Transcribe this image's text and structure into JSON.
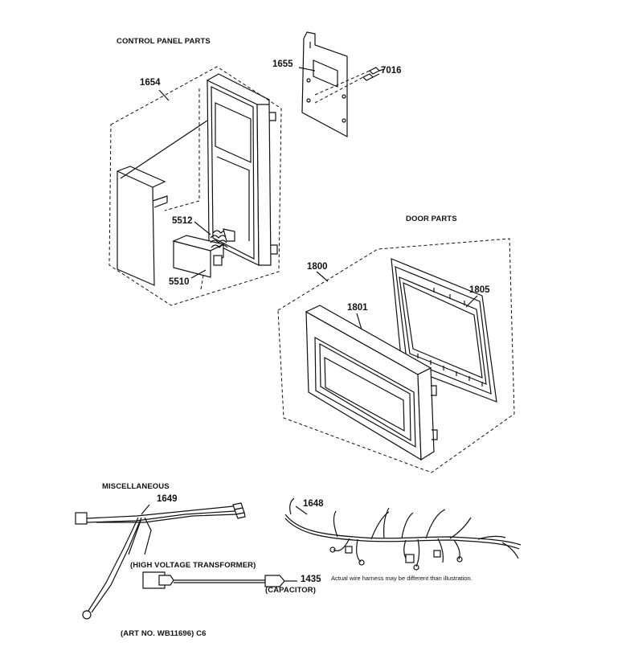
{
  "sections": {
    "control_panel": "CONTROL PANEL PARTS",
    "door": "DOOR PARTS",
    "misc": "MISCELLANEOUS"
  },
  "parts": {
    "p1654": "1654",
    "p1655": "1655",
    "p7016": "7016",
    "p5512": "5512",
    "p5510": "5510",
    "p1800": "1800",
    "p1801": "1801",
    "p1805": "1805",
    "p1649": "1649",
    "p1648": "1648",
    "p1435": "1435"
  },
  "captions": {
    "hv_transformer": "(HIGH VOLTAGE TRANSFORMER)",
    "capacitor": "(CAPACITOR)",
    "harness_note": "Actual wire harness may be different than illustration.",
    "art_no": "(ART NO. WB11696) C6"
  }
}
